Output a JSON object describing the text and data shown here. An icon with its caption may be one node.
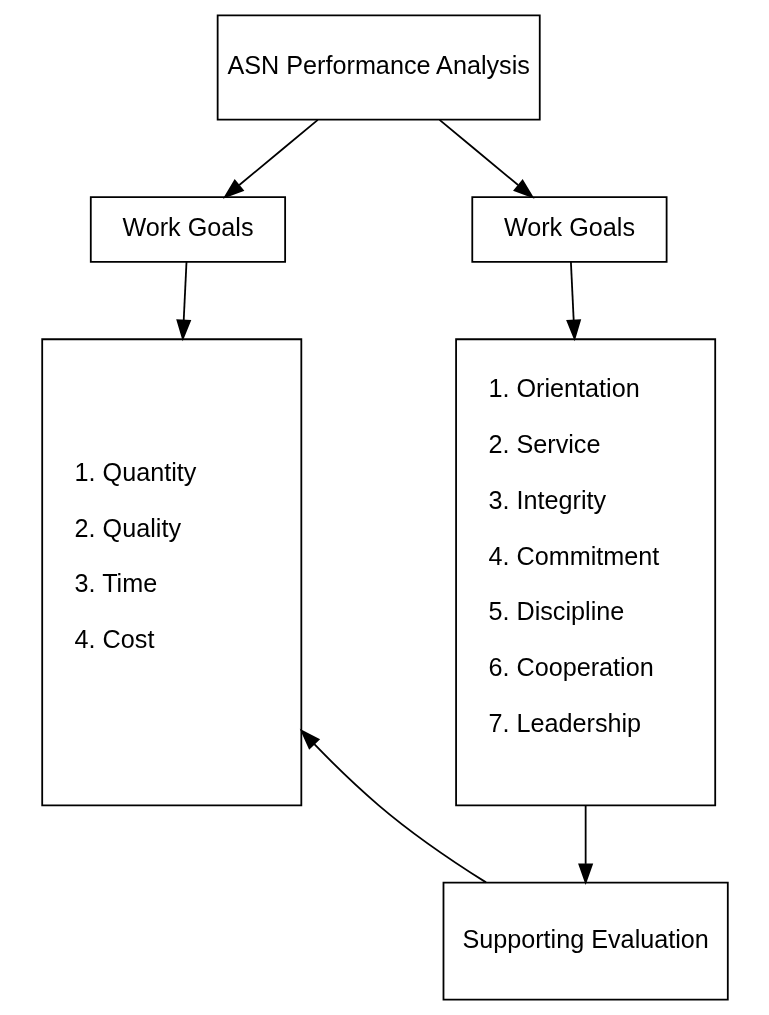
{
  "diagram": {
    "nodes": [
      {
        "text": [
          "ASN Performance Analysis"
        ]
      },
      {
        "text": [
          "Work Goals"
        ]
      },
      {
        "text": [
          "Work Goals"
        ]
      },
      {
        "text": [
          "1. Quantity",
          "2. Quality",
          "3. Time",
          "4. Cost"
        ]
      },
      {
        "text": [
          "1. Orientation",
          "2. Service",
          "3. Integrity",
          "4. Commitment",
          "5. Discipline",
          "6. Cooperation",
          "7. Leadership"
        ]
      },
      {
        "text": [
          "Supporting Evaluation"
        ]
      }
    ],
    "edges": [
      {
        "from": 0,
        "to": 1,
        "arrow": "to"
      },
      {
        "from": 0,
        "to": 2,
        "arrow": "to"
      },
      {
        "from": 1,
        "to": 3,
        "arrow": "to"
      },
      {
        "from": 2,
        "to": 4,
        "arrow": "to"
      },
      {
        "from": 5,
        "to": 3,
        "arrow": "to"
      },
      {
        "from": 4,
        "to": 5,
        "arrow": "to"
      }
    ]
  }
}
